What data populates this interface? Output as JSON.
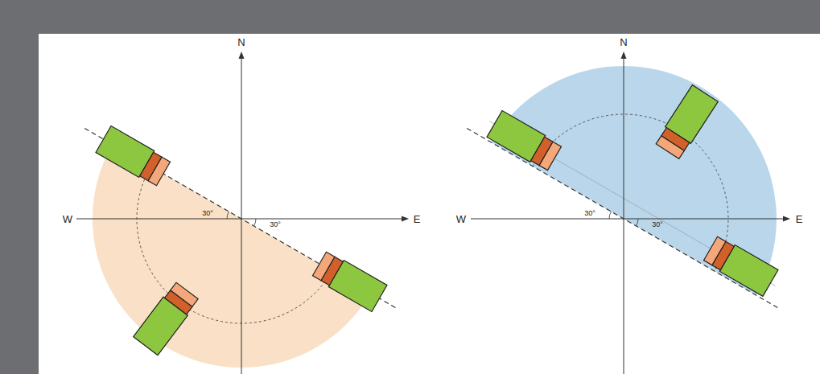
{
  "diagram": {
    "labels": [
      "N",
      "W",
      "E",
      "30°",
      "30°",
      "N",
      "W",
      "E",
      "30°",
      "30°"
    ]
  }
}
